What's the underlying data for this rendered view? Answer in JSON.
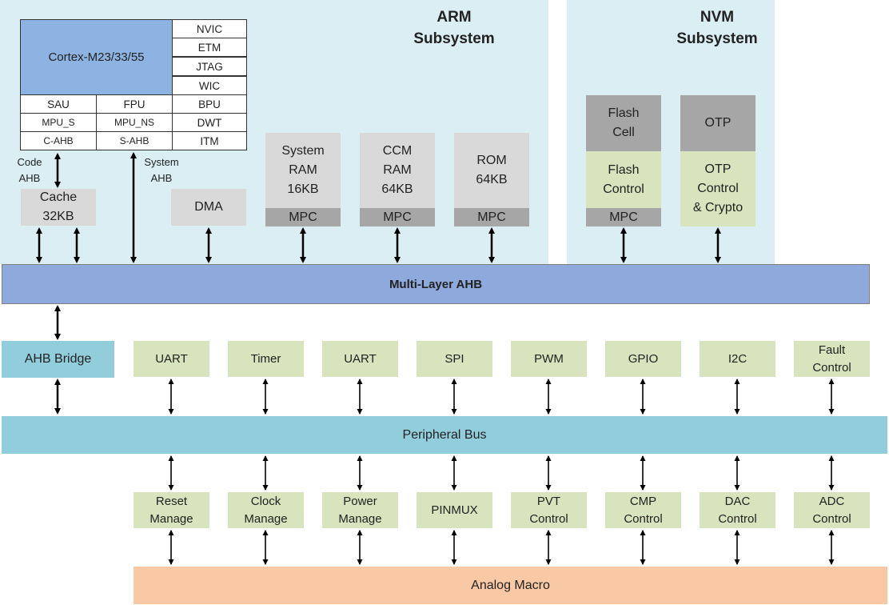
{
  "arm_subsystem": {
    "title": "ARM\nSubsystem",
    "core": {
      "label": "Cortex-M23/33/55",
      "right_column": [
        "NVIC",
        "ETM",
        "JTAG",
        "WIC"
      ],
      "grid": [
        [
          "SAU",
          "FPU",
          "BPU"
        ],
        [
          "MPU_S",
          "MPU_NS",
          "DWT"
        ],
        [
          "C-AHB",
          "S-AHB",
          "ITM"
        ]
      ]
    },
    "code_ahb_label": "Code\nAHB",
    "system_ahb_label": "System\nAHB",
    "cache": "Cache\n32KB",
    "dma": "DMA",
    "memories": [
      {
        "label": "System\nRAM\n16KB",
        "mpc": "MPC"
      },
      {
        "label": "CCM\nRAM\n64KB",
        "mpc": "MPC"
      },
      {
        "label": "ROM\n64KB",
        "mpc": "MPC"
      }
    ]
  },
  "nvm_subsystem": {
    "title": "NVM\nSubsystem",
    "flash": {
      "cell": "Flash\nCell",
      "control": "Flash\nControl",
      "mpc": "MPC"
    },
    "otp": {
      "cell": "OTP",
      "control": "OTP\nControl\n& Crypto"
    }
  },
  "multilayer_ahb": "Multi-Layer AHB",
  "ahb_bridge": "AHB Bridge",
  "peripherals": [
    "UART",
    "Timer",
    "UART",
    "SPI",
    "PWM",
    "GPIO",
    "I2C",
    "Fault\nControl"
  ],
  "peripheral_bus": "Peripheral Bus",
  "managers": [
    "Reset\nManage",
    "Clock\nManage",
    "Power\nManage",
    "PINMUX",
    "PVT\nControl",
    "CMP\nControl",
    "DAC\nControl",
    "ADC\nControl"
  ],
  "analog_macro": "Analog Macro",
  "colors": {
    "subsystem_bg": "#daeef3",
    "core_blue": "#8db3e2",
    "ahb_bus": "#8eaadc",
    "peripheral_bus": "#92cddc",
    "block_green": "#d7e4bd",
    "block_gray": "#d9d9d9",
    "mpc_gray": "#a6a6a6",
    "analog_orange": "#f8c9a4"
  }
}
